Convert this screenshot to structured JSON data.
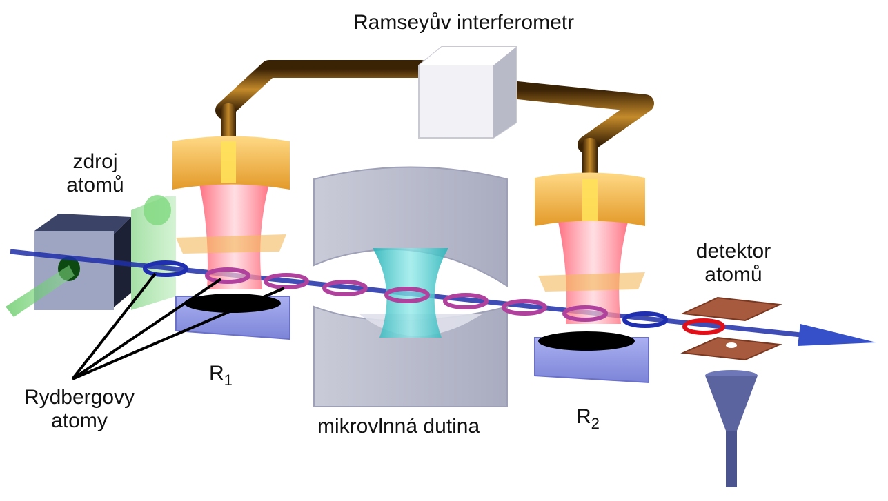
{
  "labels": {
    "ramsey": "Ramseyův interferometr",
    "source_line1": "zdroj",
    "source_line2": "atomů",
    "detector_line1": "detektor",
    "detector_line2": "atomů",
    "rydberg_line1": "Rydbergovy",
    "rydberg_line2": "atomy",
    "cavity": "mikrovlnná dutina",
    "r1_main": "R",
    "r1_sub": "1",
    "r2_main": "R",
    "r2_sub": "2"
  },
  "colors": {
    "beam": "#1e2fa8",
    "atom_ground": "#1f2fb0",
    "atom_excited": "#b0429e",
    "atom_detected": "#e0101a",
    "mirror_body": "#8f96e6",
    "gold": "#f0b640",
    "cavity_field": "#3cc6c8",
    "laser_red": "#ff5f6e",
    "source_box": "#2a3048",
    "pipe": "#6b4410",
    "detector_plate": "#b05a3c",
    "funnel": "#565f98"
  }
}
